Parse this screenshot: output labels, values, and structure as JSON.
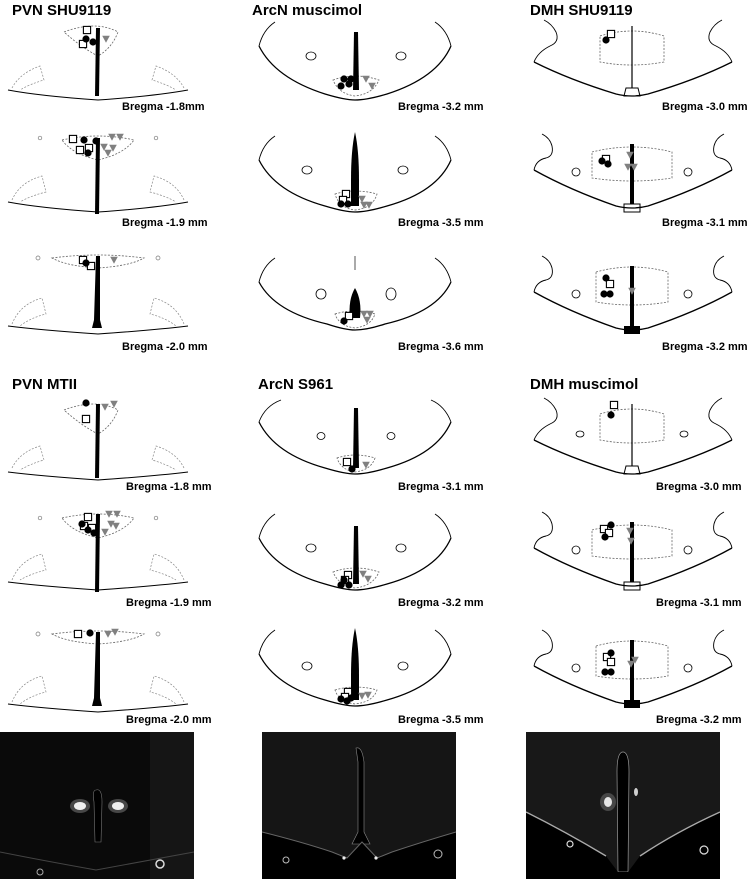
{
  "titles": {
    "pvn_shu9119": "PVN SHU9119",
    "arcn_muscimol": "ArcN muscimol",
    "dmh_shu9119": "DMH SHU9119",
    "pvn_mtii": "PVN MTII",
    "arcn_s961": "ArcN S961",
    "dmh_muscimol": "DMH muscimol"
  },
  "bregma": {
    "pvn1": [
      "Bregma -1.8mm",
      "Bregma -1.9 mm",
      "Bregma -2.0 mm"
    ],
    "arc1": [
      "Bregma -3.2 mm",
      "Bregma -3.5 mm",
      "Bregma -3.6 mm"
    ],
    "dmh1": [
      "Bregma -3.0 mm",
      "Bregma -3.1 mm",
      "Bregma -3.2 mm"
    ],
    "pvn2": [
      "Bregma -1.8 mm",
      "Bregma -1.9 mm",
      "Bregma -2.0 mm"
    ],
    "arc2": [
      "Bregma -3.1 mm",
      "Bregma -3.2 mm",
      "Bregma -3.5 mm"
    ],
    "dmh2": [
      "Bregma -3.0 mm",
      "Bregma -3.1 mm",
      "Bregma -3.2 mm"
    ]
  },
  "legend_symbols": {
    "circle": "filled black circle",
    "square": "open square",
    "triangle": "filled gray inverted triangle"
  },
  "colors": {
    "circle": "#000000",
    "square": "#ffffff",
    "triangle": "#808080",
    "photo_bg": "#0b0b0b"
  }
}
